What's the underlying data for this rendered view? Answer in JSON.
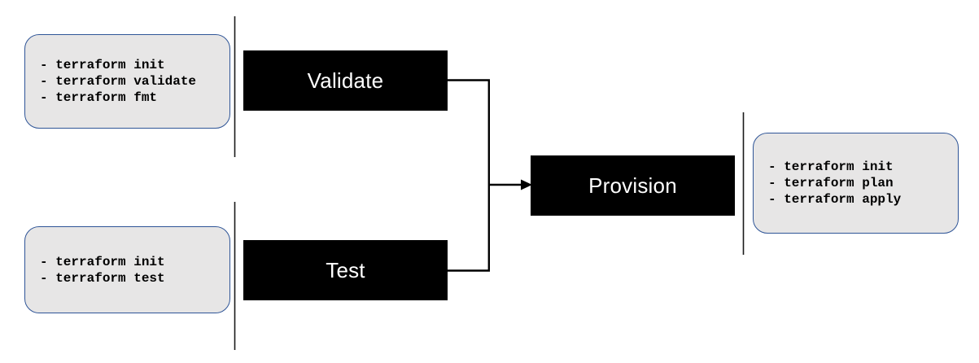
{
  "stages": {
    "validate": {
      "label": "Validate"
    },
    "test": {
      "label": "Test"
    },
    "provision": {
      "label": "Provision"
    }
  },
  "notes": {
    "validate": {
      "lines": [
        "- terraform init",
        "- terraform validate",
        "- terraform fmt"
      ]
    },
    "test": {
      "lines": [
        "- terraform init",
        "- terraform test"
      ]
    },
    "provision": {
      "lines": [
        "- terraform init",
        "- terraform plan",
        "- terraform apply"
      ]
    }
  },
  "colors": {
    "stage_bg": "#000000",
    "stage_text": "#ffffff",
    "note_bg": "#e7e6e6",
    "note_border": "#2f5597",
    "connector": "#000000",
    "separator": "#1a1a1a"
  }
}
